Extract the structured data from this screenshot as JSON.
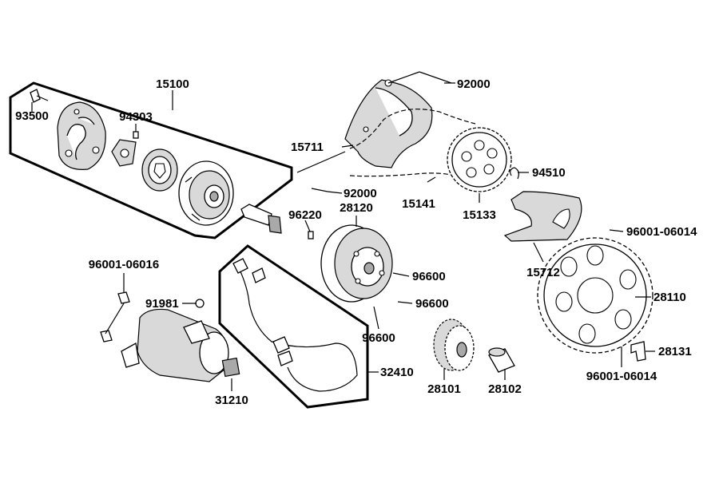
{
  "labels": {
    "p15100": "15100",
    "p93500": "93500",
    "p94303": "94303",
    "p92000_top": "92000",
    "p15711": "15711",
    "p92000_mid": "92000",
    "p15141": "15141",
    "p15133": "15133",
    "p94510": "94510",
    "p96220": "96220",
    "p28120": "28120",
    "p96001_06014_a": "96001-06014",
    "p15712": "15712",
    "p96001_06016": "96001-06016",
    "p91981": "91981",
    "p96600_a": "96600",
    "p96600_b": "96600",
    "p96600_c": "96600",
    "p28110": "28110",
    "p28131": "28131",
    "p96001_06014_b": "96001-06014",
    "p32410": "32410",
    "p28101": "28101",
    "p28102": "28102",
    "p31210": "31210"
  }
}
